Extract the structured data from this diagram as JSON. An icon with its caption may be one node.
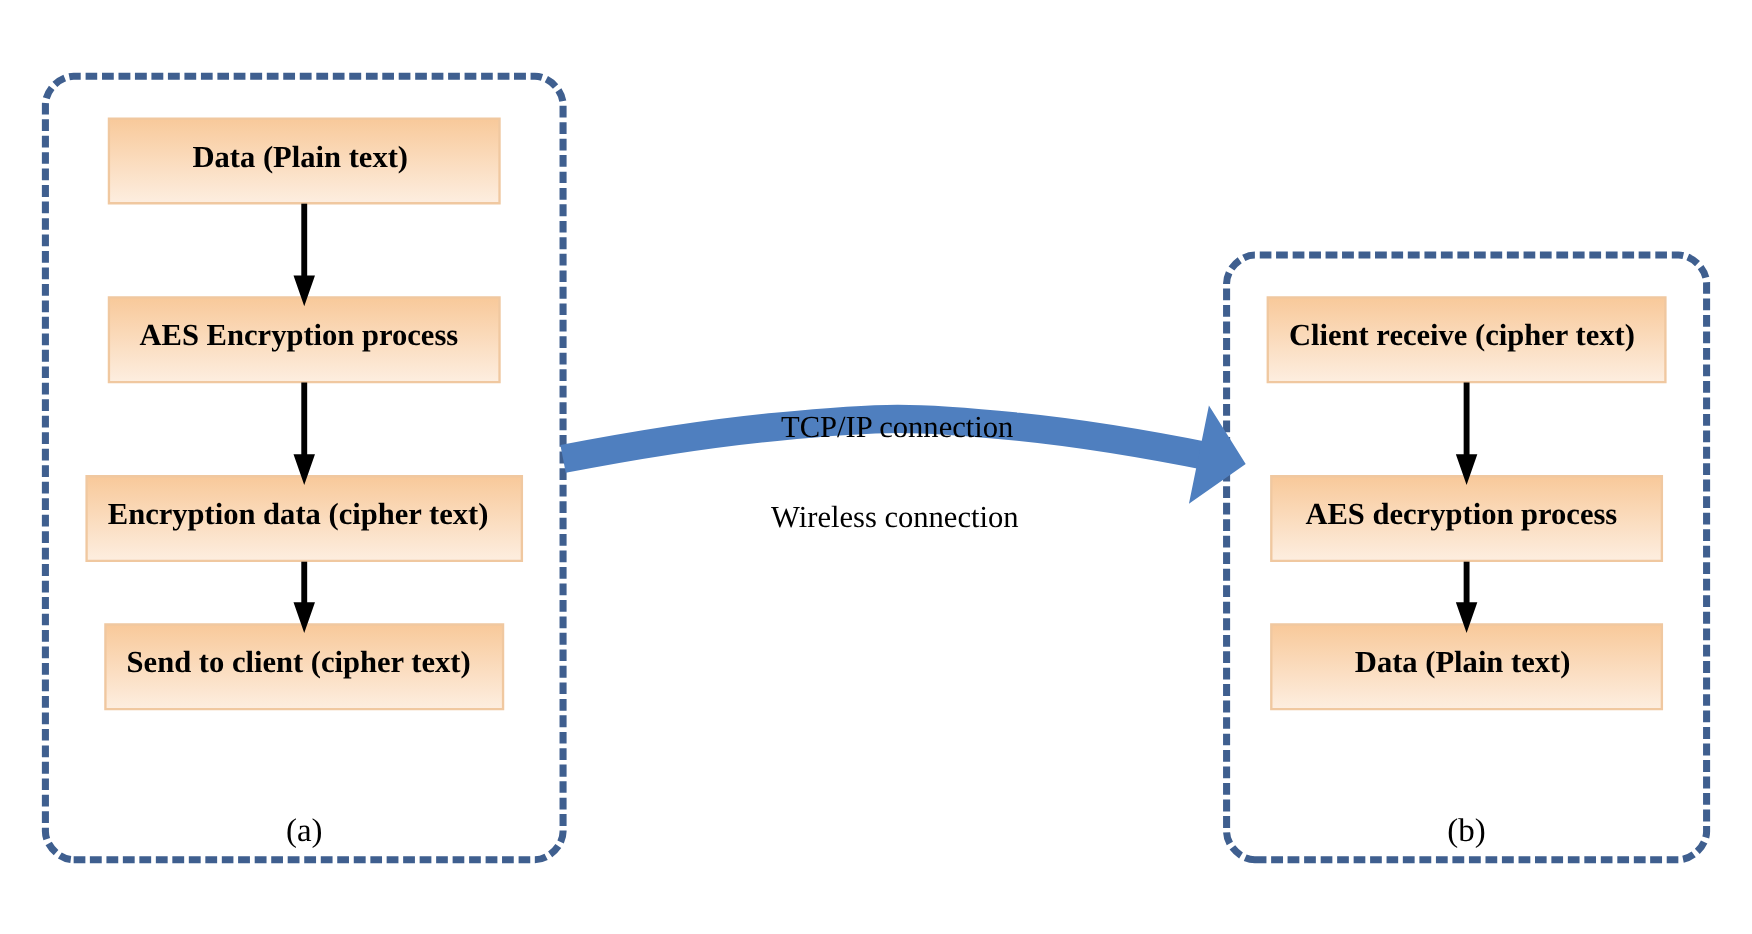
{
  "diagram": {
    "nodes": [
      {
        "text": [
          "(a)"
        ]
      },
      {
        "text": [
          "Data (Plain text)"
        ],
        "in": 0
      },
      {
        "text": [
          "AES Encryption process"
        ],
        "in": 0
      },
      {
        "text": [
          "Encryption data (cipher text)"
        ],
        "in": 0
      },
      {
        "text": [
          "Send to client (cipher text)"
        ],
        "in": 0
      },
      {
        "text": [
          "(b)"
        ]
      },
      {
        "text": [
          "Client receive (cipher text)"
        ],
        "in": 5
      },
      {
        "text": [
          "AES decryption process"
        ],
        "in": 5
      },
      {
        "text": [
          "Data (Plain text)"
        ],
        "in": 5
      }
    ],
    "edges": [
      {
        "from": 1,
        "to": 2,
        "arrow": "to"
      },
      {
        "from": 2,
        "to": 3,
        "arrow": "to"
      },
      {
        "from": 3,
        "to": 4,
        "arrow": "to"
      },
      {
        "from": 6,
        "to": 7,
        "arrow": "to"
      },
      {
        "from": 7,
        "to": 8,
        "arrow": "to"
      },
      {
        "from": 0,
        "to": 5,
        "arrow": "to",
        "label": "TCP/IP connection",
        "style": "thick",
        "color": "#4f7fbf"
      }
    ],
    "labels": [
      "Wireless connection"
    ]
  }
}
